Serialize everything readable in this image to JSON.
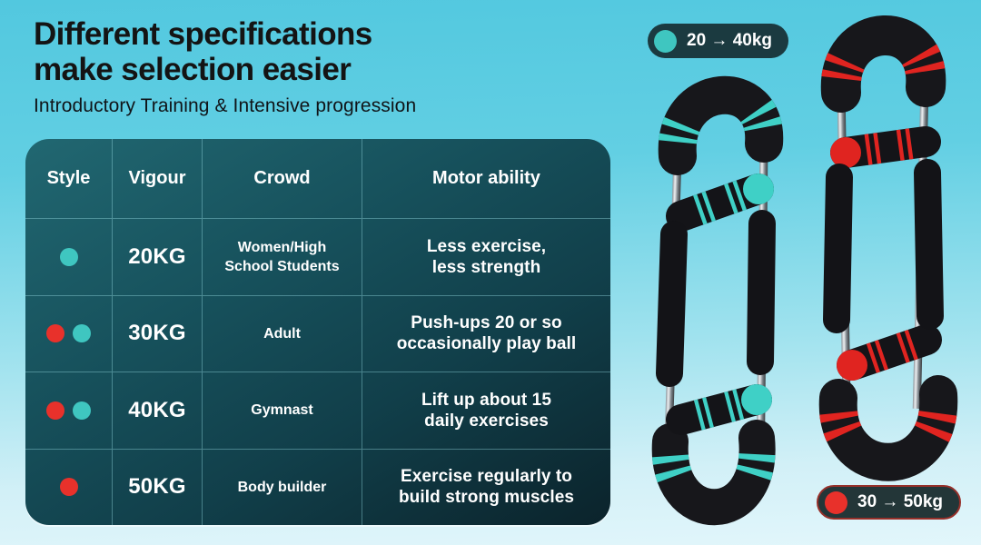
{
  "colors": {
    "accent_teal": "#3FC6C0",
    "accent_red": "#E8312B",
    "background_top": "#52C8DF",
    "background_bottom": "#E2F6FB",
    "table_gradient_light": "#216771",
    "table_gradient_dark": "#0B232B",
    "badge_top_bg": "#1B3A40",
    "badge_bottom_bg": "#233638",
    "badge_bottom_border": "#96302A",
    "title_text": "#141414",
    "table_text": "#FFFFFF"
  },
  "header": {
    "title_line1": "Different specifications",
    "title_line2": "make selection easier",
    "subtitle": "Introductory Training & Intensive progression"
  },
  "table": {
    "columns": [
      "Style",
      "Vigour",
      "Crowd",
      "Motor ability"
    ],
    "rows": [
      {
        "style_dots": [
          "teal"
        ],
        "vigour": "20KG",
        "crowd_line1": "Women/High",
        "crowd_line2": "School Students",
        "ability_line1": "Less exercise,",
        "ability_line2": "less strength"
      },
      {
        "style_dots": [
          "red",
          "teal"
        ],
        "vigour": "30KG",
        "crowd_line1": "Adult",
        "crowd_line2": "",
        "ability_line1": "Push-ups 20 or so",
        "ability_line2": "occasionally play ball"
      },
      {
        "style_dots": [
          "red",
          "teal"
        ],
        "vigour": "40KG",
        "crowd_line1": "Gymnast",
        "crowd_line2": "",
        "ability_line1": "Lift up about 15",
        "ability_line2": "daily exercises"
      },
      {
        "style_dots": [
          "red"
        ],
        "vigour": "50KG",
        "crowd_line1": "Body builder",
        "crowd_line2": "",
        "ability_line1": "Exercise regularly to",
        "ability_line2": "build strong muscles"
      }
    ]
  },
  "badges": {
    "top": {
      "dot": "teal",
      "label": "20 → 40kg"
    },
    "bottom": {
      "dot": "red",
      "label": "30 → 50kg"
    }
  }
}
